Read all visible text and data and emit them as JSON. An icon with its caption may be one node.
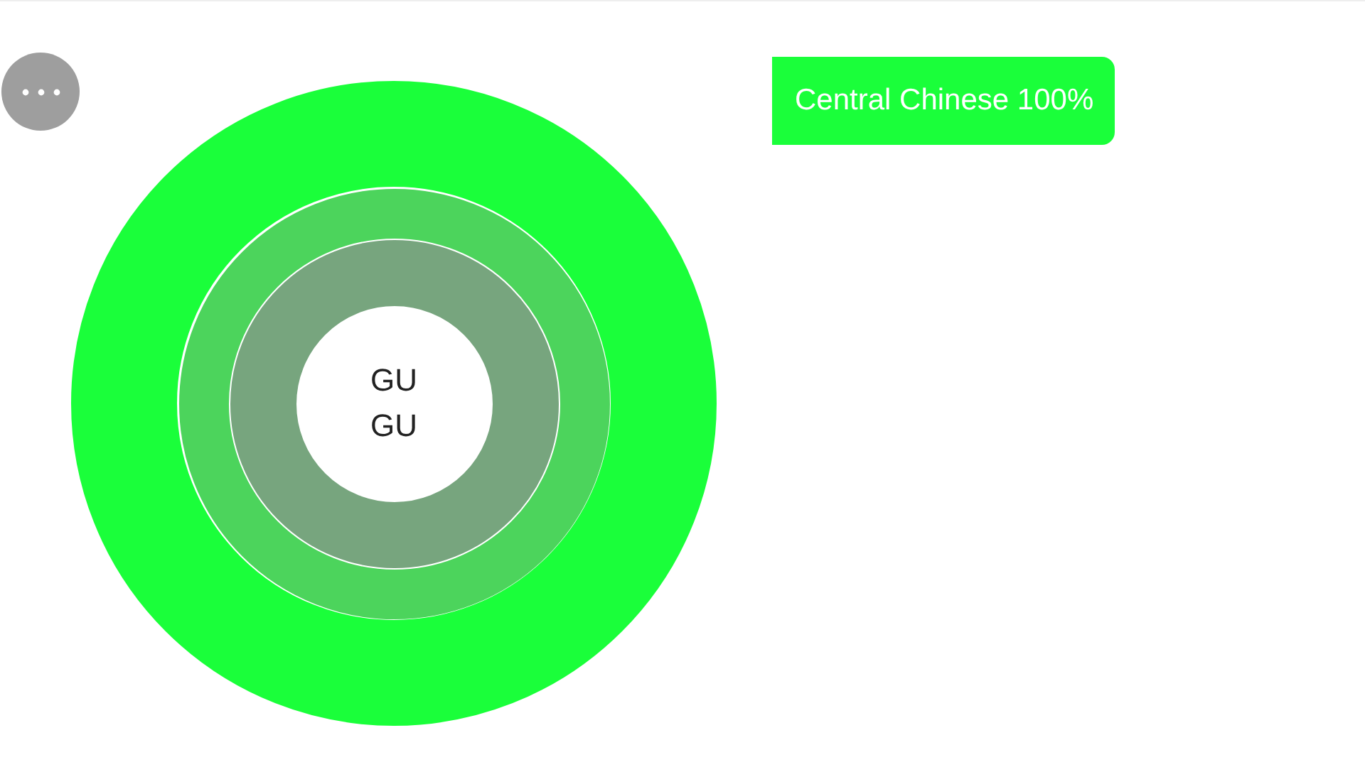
{
  "diagram": {
    "nodes": [
      {
        "text": [],
        "shape": "ring"
      },
      {
        "text": [],
        "shape": "ring",
        "in": 0
      },
      {
        "text": [],
        "shape": "ring",
        "in": 1
      },
      {
        "text": [
          "GU GU"
        ],
        "in": 2
      },
      {
        "text": [
          "Central Chinese 100%"
        ]
      }
    ]
  }
}
